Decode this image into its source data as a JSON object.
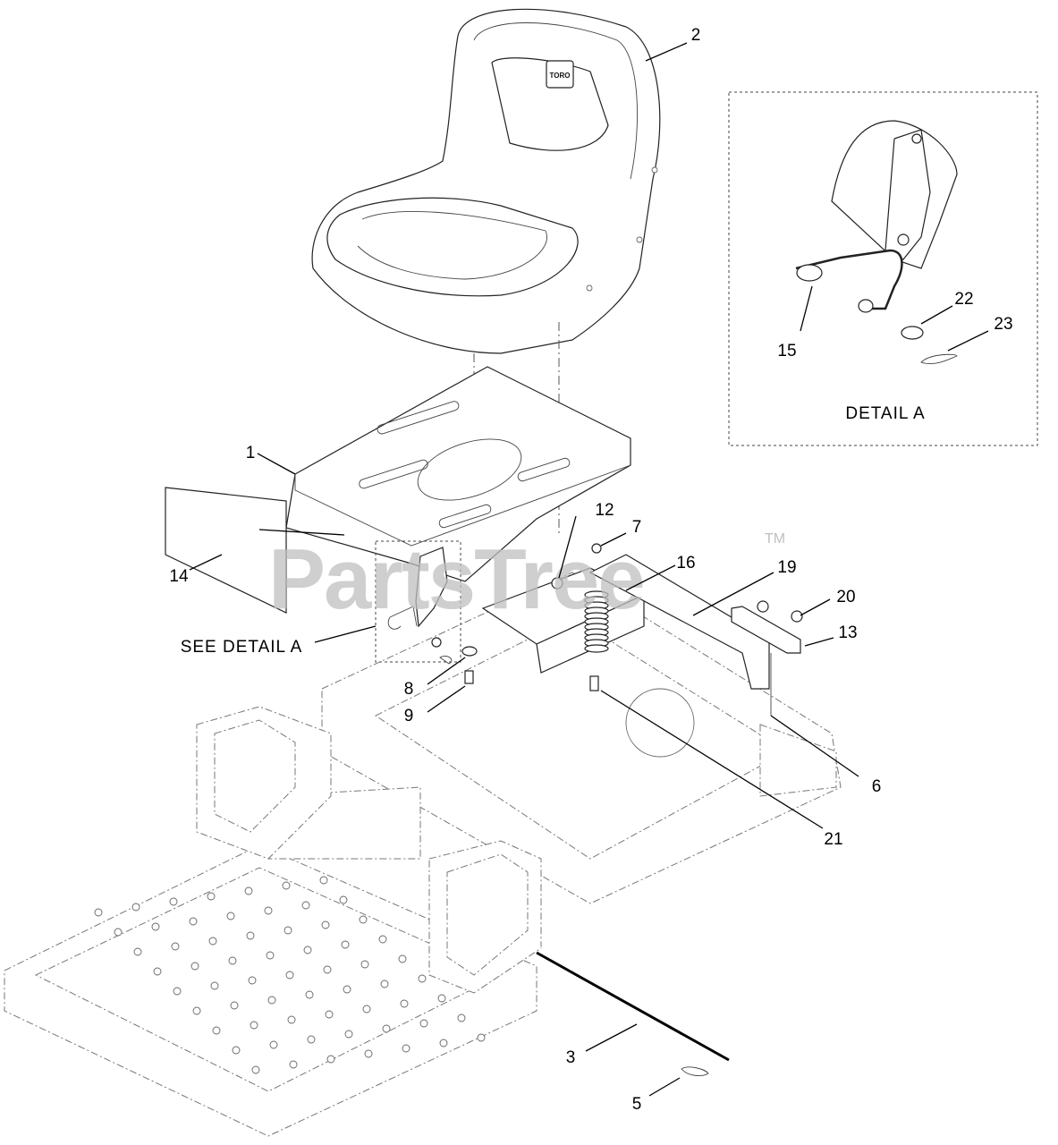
{
  "diagram": {
    "callouts": [
      "1",
      "2",
      "3",
      "5",
      "6",
      "7",
      "8",
      "9",
      "12",
      "13",
      "14",
      "15",
      "16",
      "19",
      "20",
      "21",
      "22",
      "23"
    ],
    "detail_title": "DETAIL  A",
    "see_detail": "SEE DETAIL  A",
    "watermark": "PartsTree",
    "watermark_tm": "TM",
    "seat_badge": "TORO"
  }
}
